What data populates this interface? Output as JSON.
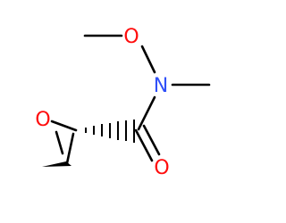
{
  "atoms": {
    "methoxy_oxygen": "O",
    "amide_nitrogen": "N",
    "epoxide_oxygen": "O",
    "carbonyl_oxygen": "O"
  },
  "colors": {
    "oxygen": "#ff0d0d",
    "nitrogen": "#3050f8",
    "bond": "#000000"
  }
}
